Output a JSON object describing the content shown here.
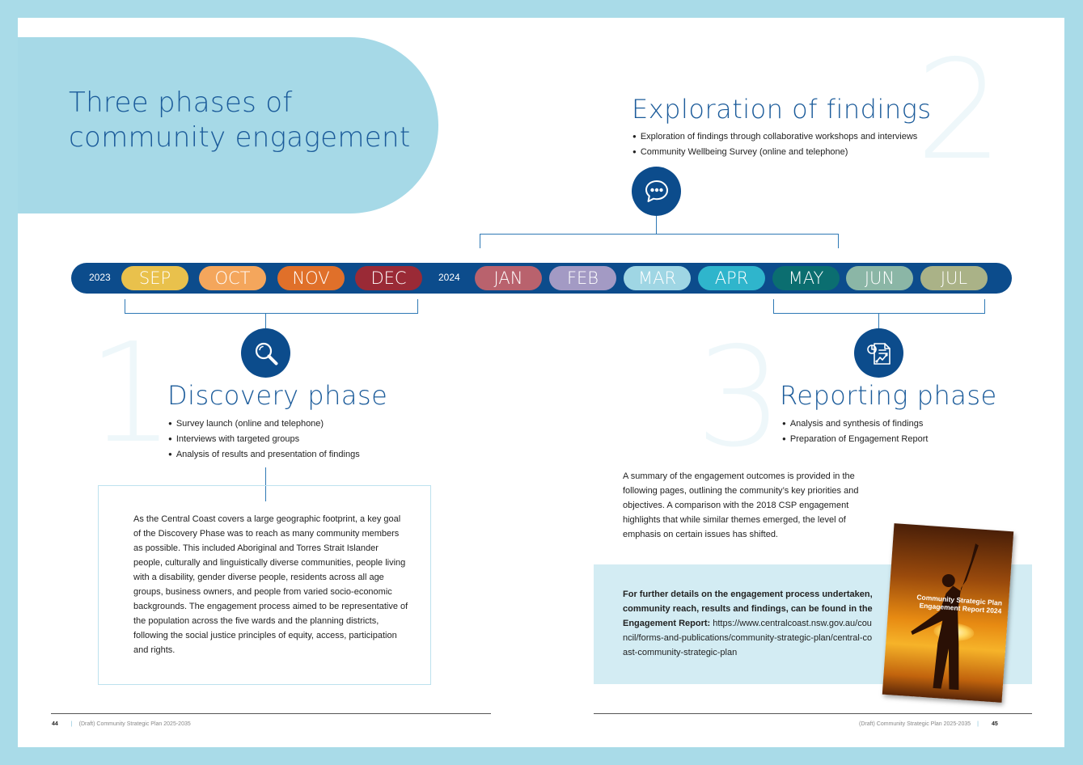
{
  "title": {
    "line1": "Three phases of",
    "line2": "community engagement"
  },
  "phases": {
    "discovery": {
      "number": "1",
      "title": "Discovery phase",
      "icon": "magnifying-glass-icon",
      "bullets": [
        "Survey launch (online and telephone)",
        "Interviews with targeted groups",
        "Analysis of results and presentation of findings"
      ]
    },
    "exploration": {
      "number": "2",
      "title": "Exploration of findings",
      "icon": "speech-bubble-icon",
      "bullets": [
        "Exploration of findings through collaborative workshops and interviews",
        "Community Wellbeing Survey (online and telephone)"
      ]
    },
    "reporting": {
      "number": "3",
      "title": "Reporting phase",
      "icon": "report-chart-icon",
      "bullets": [
        "Analysis and synthesis of findings",
        "Preparation of Engagement Report"
      ]
    }
  },
  "timeline": {
    "years": [
      "2023",
      "2024"
    ],
    "months": [
      {
        "label": "SEP",
        "color": "#e9c14c"
      },
      {
        "label": "OCT",
        "color": "#f4a65c"
      },
      {
        "label": "NOV",
        "color": "#e0702a"
      },
      {
        "label": "DEC",
        "color": "#9a2a36"
      },
      {
        "label": "JAN",
        "color": "#b9626d"
      },
      {
        "label": "FEB",
        "color": "#a39ac4"
      },
      {
        "label": "MAR",
        "color": "#9fd6e4"
      },
      {
        "label": "APR",
        "color": "#2fb5cc"
      },
      {
        "label": "MAY",
        "color": "#0b6e70"
      },
      {
        "label": "JUN",
        "color": "#8bb6a6"
      },
      {
        "label": "JUL",
        "color": "#aab287"
      }
    ]
  },
  "discovery_text": "As the Central Coast covers a large geographic footprint, a key goal of the Discovery Phase was to reach as many community members as possible. This included Aboriginal and Torres Strait Islander people, culturally and linguistically diverse communities, people living with a disability, gender diverse people, residents across all age groups, business owners, and people from varied socio-economic backgrounds. The engagement process aimed to be representative of the population across the five wards and the planning districts, following the social justice principles of equity, access, participation and rights.",
  "summary_text": "A summary of the engagement outcomes is provided in the following pages, outlining the community’s key priorities and objectives. A comparison with the 2018 CSP engagement highlights that while similar themes emerged, the level of emphasis on certain issues has shifted.",
  "details": {
    "bold": "For further details on the engagement process undertaken, community reach, results and findings, can be found in the Engagement Report:",
    "link": "https://www.centralcoast.nsw.gov.au/council/forms-and-publications/community-strategic-plan/central-coast-community-strategic-plan"
  },
  "cover": {
    "line1": "Community Strategic Plan",
    "line2": "Engagement Report 2024"
  },
  "footer": {
    "left_page": "44",
    "left_text": "(Draft) Community Strategic Plan 2025-2035",
    "right_text": "(Draft) Community Strategic Plan 2025-2035",
    "right_page": "45"
  },
  "colors": {
    "navy": "#0c4c8c",
    "title_blue": "#1b5b9a",
    "frame": "#a9dbe8",
    "blob": "#a6d9e7"
  }
}
